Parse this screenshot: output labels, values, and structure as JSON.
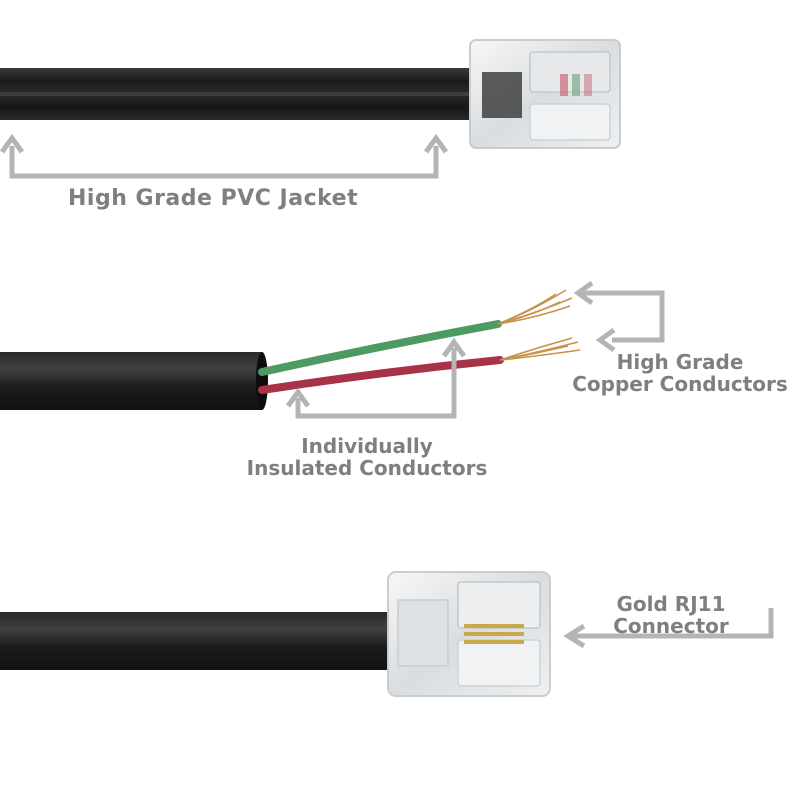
{
  "labels": {
    "pvc_jacket": "High Grade PVC Jacket",
    "copper_line1": "High Grade",
    "copper_line2": "Copper Conductors",
    "insulated_line1": "Individually",
    "insulated_line2": "Insulated Conductors",
    "gold_line1": "Gold RJ11",
    "gold_line2": "Connector"
  },
  "colors": {
    "label_text": "#7f7f7f",
    "callout_line": "#b4b4b4",
    "cable_jacket": "#1c1c1c",
    "green_wire": "#4e9a63",
    "red_wire": "#a83348",
    "copper": "#c8924a",
    "gold_pin": "#c9a84a"
  }
}
